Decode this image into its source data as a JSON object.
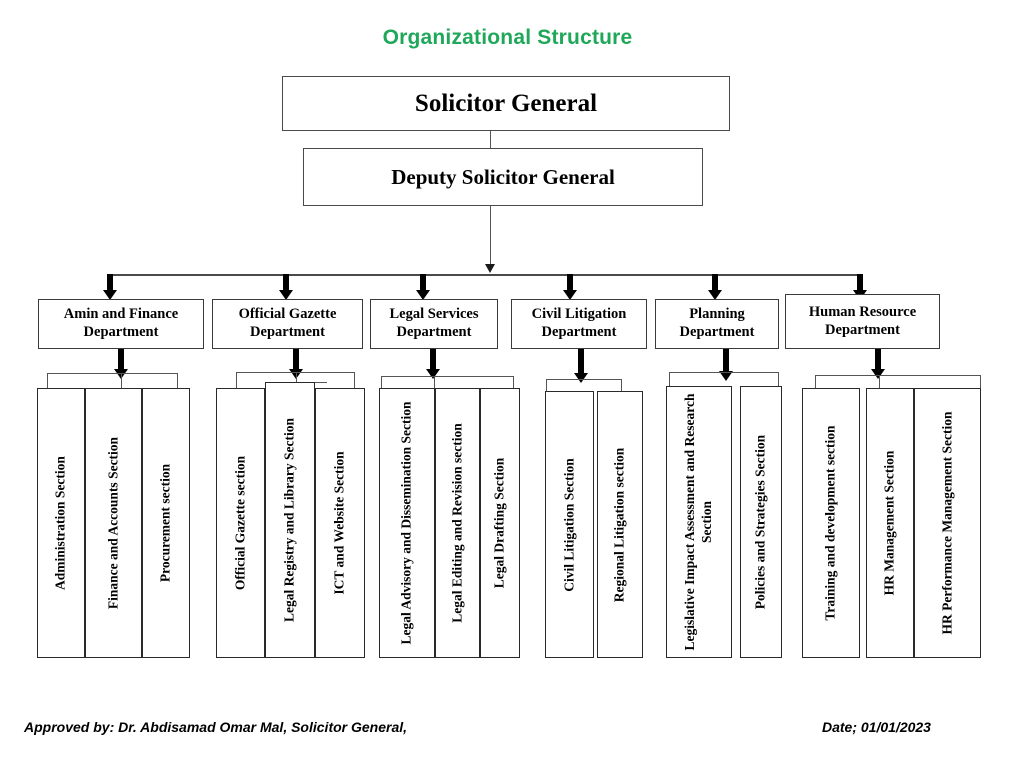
{
  "title": "Organizational Structure",
  "theme": {
    "title_color": "#1FA85A",
    "box_border": "#333333",
    "box_fill": "#FFFFFF",
    "connector_color": "#4A4A4A",
    "text_color": "#000000"
  },
  "top_nodes": [
    {
      "id": "solicitor-general",
      "label": "Solicitor General"
    },
    {
      "id": "deputy-solicitor-general",
      "label": "Deputy Solicitor General"
    }
  ],
  "departments": [
    {
      "id": "admin-finance",
      "label": "Amin and Finance Department",
      "sections": [
        "Administration Section",
        "Finance and Accounts Section",
        "Procurement section"
      ]
    },
    {
      "id": "official-gazette",
      "label": "Official Gazette Department",
      "sections": [
        "Official Gazette section",
        "Legal Registry and Library Section",
        "ICT and Website Section"
      ]
    },
    {
      "id": "legal-services",
      "label": "Legal Services Department",
      "sections": [
        "Legal Advisory and Dissemination Section",
        "Legal Editing and Revision section",
        "Legal Drafting Section"
      ]
    },
    {
      "id": "civil-litigation",
      "label": "Civil Litigation Department",
      "sections": [
        "Civil Litigation Section",
        "Regional Litigation section"
      ]
    },
    {
      "id": "planning",
      "label": "Planning Department",
      "sections": [
        "Legislative Impact Assessment and Research Section",
        "Policies and Strategies Section"
      ]
    },
    {
      "id": "human-resource",
      "label": "Human Resource Department",
      "sections": [
        "Training and development section",
        "HR Management Section",
        "HR Performance Management Section"
      ]
    }
  ],
  "footer": {
    "approved_by": "Approved by: Dr. Abdisamad Omar Mal, Solicitor General,",
    "date": "Date; 01/01/2023"
  }
}
